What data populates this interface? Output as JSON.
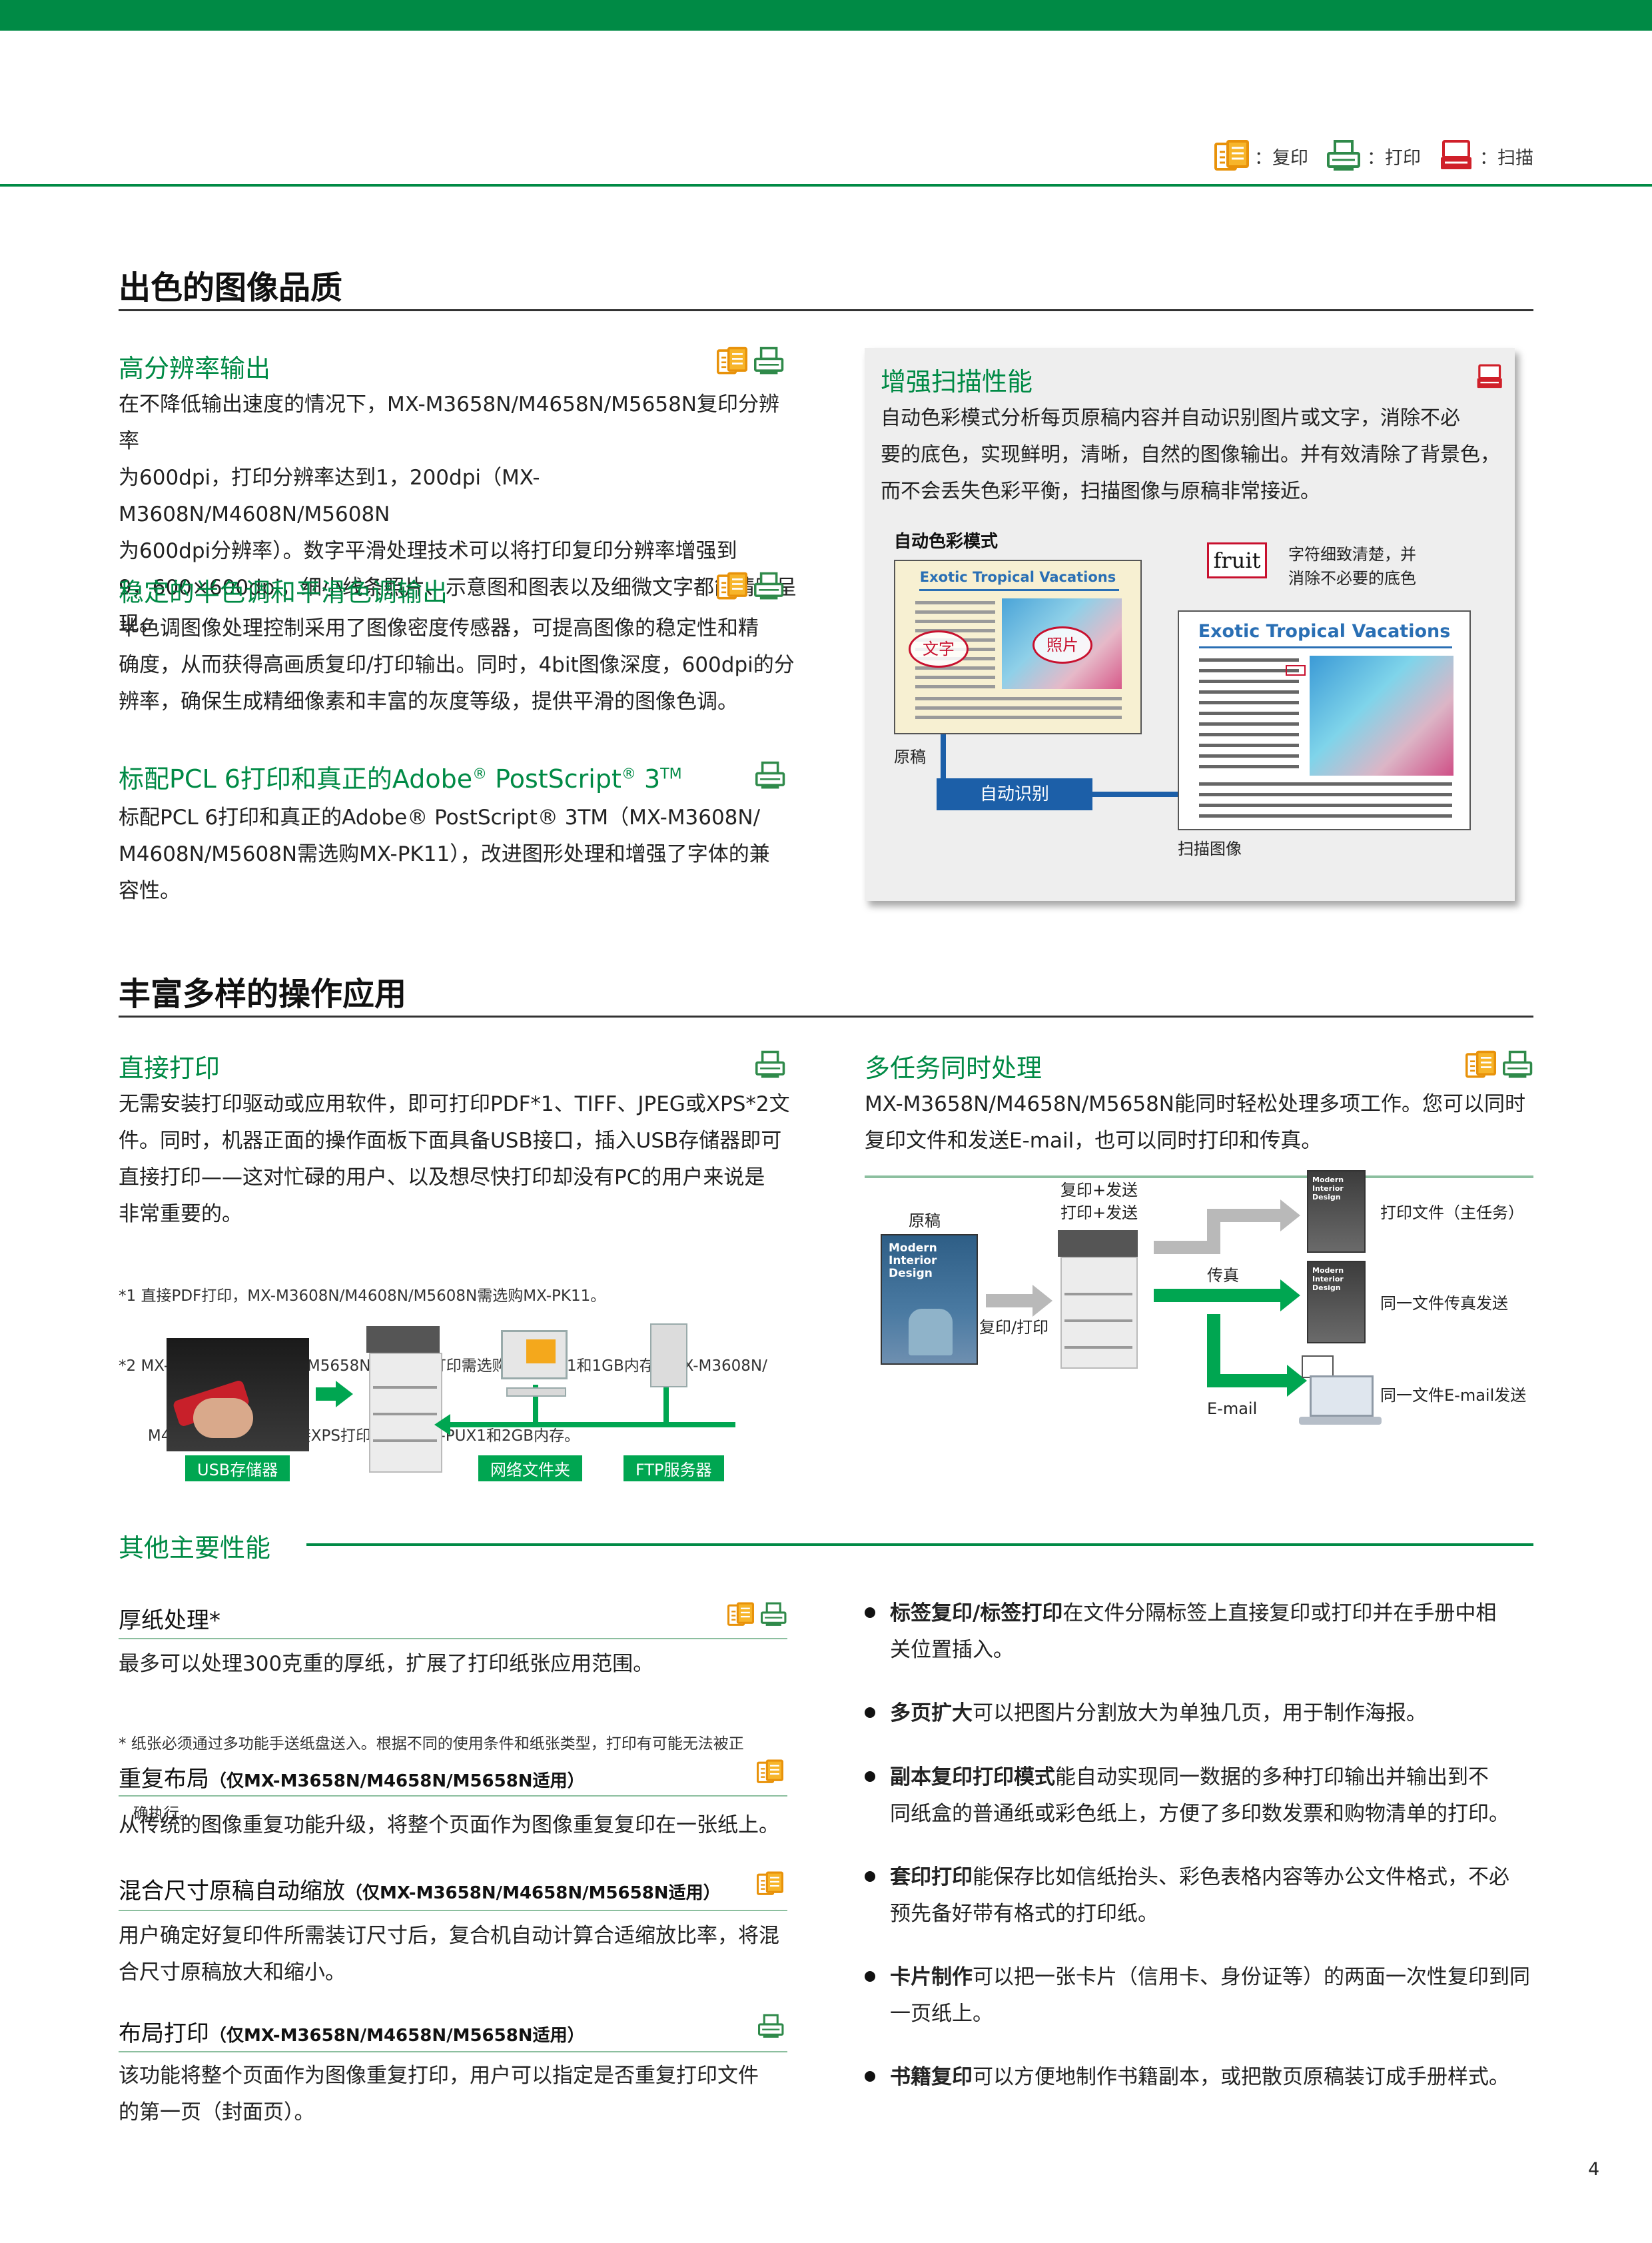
{
  "legend": {
    "copy": "：复印",
    "print": "：打印",
    "scan": "：扫描"
  },
  "section1": {
    "title": "出色的图像品质",
    "f1": {
      "title": "高分辨率输出",
      "lines": [
        "在不降低输出速度的情况下，MX-M3658N/M4658N/M5658N复印分辨率",
        "为600dpi，打印分辨率达到1，200dpi（MX-M3608N/M4608N/M5608N",
        "为600dpi分辨率）。数字平滑处理技术可以将打印复印分辨率增强到",
        "9，600×600dpi，细小线条照片、示意图和图表以及细微文字都能清晰呈现。"
      ]
    },
    "f2": {
      "title": "稳定的半色调和平滑色调输出",
      "lines": [
        "半色调图像处理控制采用了图像密度传感器，可提高图像的稳定性和精",
        "确度，从而获得高画质复印/打印输出。同时，4bit图像深度，600dpi的分",
        "辨率，确保生成精细像素和丰富的灰度等级，提供平滑的图像色调。"
      ]
    },
    "f3": {
      "title_a": "标配PCL 6打印和真正的Adobe",
      "reg": "®",
      "title_b": " PostScript",
      "reg2": "®",
      "title_c": " 3",
      "tm": "TM",
      "lines": [
        "标配PCL 6打印和真正的Adobe® PostScript® 3TM（MX-M3608N/",
        "M4608N/M5608N需选购MX-PK11），改进图形处理和增强了字体的兼",
        "容性。"
      ]
    },
    "scanbox": {
      "title": "增强扫描性能",
      "lines": [
        "自动色彩模式分析每页原稿内容并自动识别图片或文字，消除不必",
        "要的底色，实现鲜明，清晰，自然的图像输出。并有效清除了背景色，",
        "而不会丢失色彩平衡，扫描图像与原稿非常接近。"
      ],
      "auto_color": "自动色彩模式",
      "doc_title": "Exotic Tropical Vacations",
      "text_tag": "文字",
      "photo_tag": "照片",
      "original": "原稿",
      "auto_detect": "自动识别",
      "fruit": "fruit",
      "note1": "字符细致清楚，并",
      "note2": "消除不必要的底色",
      "scanned": "扫描图像"
    }
  },
  "section2": {
    "title": "丰富多样的操作应用",
    "direct": {
      "title": "直接打印",
      "lines": [
        "无需安装打印驱动或应用软件，即可打印PDF*1、TIFF、JPEG或XPS*2文",
        "件。同时，机器正面的操作面板下面具备USB接口，插入USB存储器即可",
        "直接打印——这对忙碌的用户、以及想尽快打印却没有PC的用户来说是",
        "非常重要的。"
      ],
      "notes": [
        "*1 直接PDF打印，MX-M3608N/M4608N/M5608N需选购MX-PK11。",
        "*2 MX-M3658N/M4658N/M5658N直接XPS打印需选购MX-PUX1和1GB内存，MX-M3608N/",
        "      M4608N/M5608N直接XPS打印需选购MX-PUX1和2GB内存。"
      ],
      "usb": "USB存储器",
      "netfolder": "网络文件夹",
      "ftp": "FTP服务器"
    },
    "multi": {
      "title": "多任务同时处理",
      "lines": [
        "MX-M3658N/M4658N/M5658N能同时轻松处理多项工作。您可以同时",
        "复印文件和发送E-mail，也可以同时打印和传真。"
      ],
      "original": "原稿",
      "cover_title": "Modern Interior Design",
      "copysend": "复印+发送",
      "printsend": "打印+发送",
      "copyprint": "复印/打印",
      "fax": "传真",
      "email": "E-mail",
      "out1": "打印文件（主任务）",
      "out2": "同一文件传真发送",
      "out3": "同一文件E-mail发送"
    }
  },
  "section3": {
    "title": "其他主要性能",
    "left": [
      {
        "title": "厚纸处理*",
        "sub": "",
        "text": [
          "最多可以处理300克重的厚纸，扩展了打印纸张应用范围。"
        ],
        "note": [
          "* 纸张必须通过多功能手送纸盘送入。根据不同的使用条件和纸张类型，打印有可能无法被正",
          "   确执行。"
        ]
      },
      {
        "title": "重复布局",
        "sub": "（仅MX-M3658N/M4658N/M5658N适用）",
        "text": [
          "从传统的图像重复功能升级，将整个页面作为图像重复复印在一张纸上。"
        ]
      },
      {
        "title": "混合尺寸原稿自动缩放",
        "sub": "（仅MX-M3658N/M4658N/M5658N适用）",
        "text": [
          "用户确定好复印件所需装订尺寸后，复合机自动计算合适缩放比率，将混",
          "合尺寸原稿放大和缩小。"
        ]
      },
      {
        "title": "布局打印",
        "sub": "（仅MX-M3658N/M4658N/M5658N适用）",
        "text": [
          "该功能将整个页面作为图像重复打印，用户可以指定是否重复打印文件",
          "的第一页（封面页）。"
        ]
      }
    ],
    "right": [
      {
        "bold": "标签复印/标签打印",
        "rest": "在文件分隔标签上直接复印或打印并在手册中相",
        "line2": "关位置插入。"
      },
      {
        "bold": "多页扩大",
        "rest": "可以把图片分割放大为单独几页，用于制作海报。",
        "line2": ""
      },
      {
        "bold": "副本复印打印模式",
        "rest": "能自动实现同一数据的多种打印输出并输出到不",
        "line2": "同纸盒的普通纸或彩色纸上，方便了多印数发票和购物清单的打印。"
      },
      {
        "bold": "套印打印",
        "rest": "能保存比如信纸抬头、彩色表格内容等办公文件格式，不必",
        "line2": "预先备好带有格式的打印纸。"
      },
      {
        "bold": "卡片制作",
        "rest": "可以把一张卡片（信用卡、身份证等）的两面一次性复印到同",
        "line2": "一页纸上。"
      },
      {
        "bold": "书籍复印",
        "rest": "可以方便地制作书籍副本，或把散页原稿装订成手册样式。",
        "line2": ""
      }
    ]
  },
  "page_number": "4"
}
